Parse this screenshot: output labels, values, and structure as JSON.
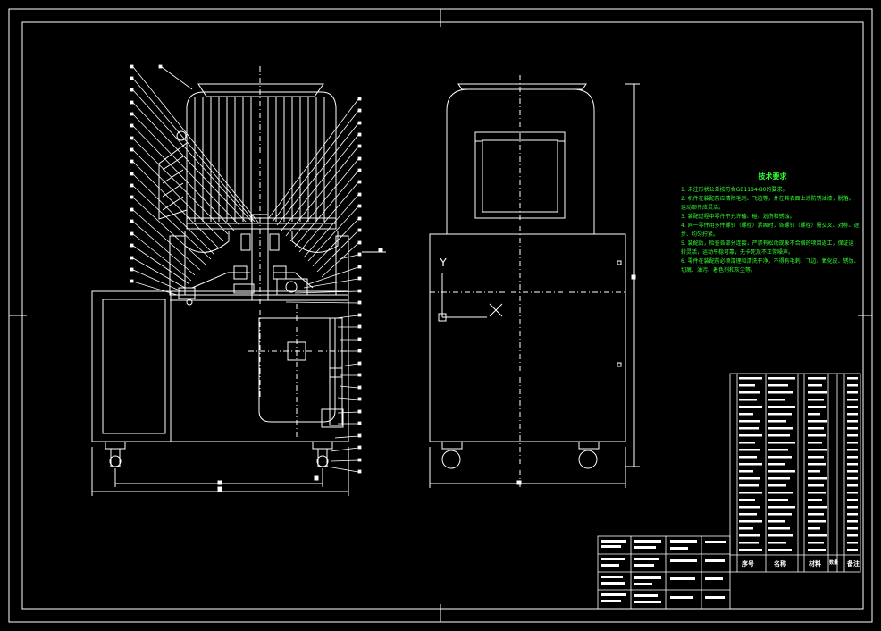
{
  "drawing": {
    "background": "#000000",
    "line_color": "#ffffff",
    "notes_color": "#32ff32"
  },
  "technical_notes": {
    "title": "技术要求",
    "items": [
      "1. 未注形状公差按符合GB1184-80的要求。",
      "2. 机件在装配前应清除毛刺、飞边等，并在其表面上涂防锈油漆，脱落。",
      "   运动部件应灵活。",
      "3. 装配过程中零件不允许磕、碰、划伤和锈蚀。",
      "4. 同一零件用多件螺钉（螺栓）紧固时，各螺钉（螺栓）需交叉、对称、逐",
      "   步、均匀拧紧。",
      "5. 装配后，检查各部分连接，严禁有松动现象不合格的项目返工，保证运",
      "   转灵活，运动平稳可靠，无卡死及不正常噪声。",
      "6. 零件在装配前必须清理和清洗干净，不得有毛刺、飞边、氧化皮、锈蚀、",
      "   切屑、油污、着色剂和灰尘等。"
    ]
  },
  "axis_labels": {
    "y": "Y"
  },
  "bom_header": {
    "col1": "序号",
    "col2": "名称",
    "col3": "材料",
    "col4": "数量",
    "col5": "备注"
  }
}
